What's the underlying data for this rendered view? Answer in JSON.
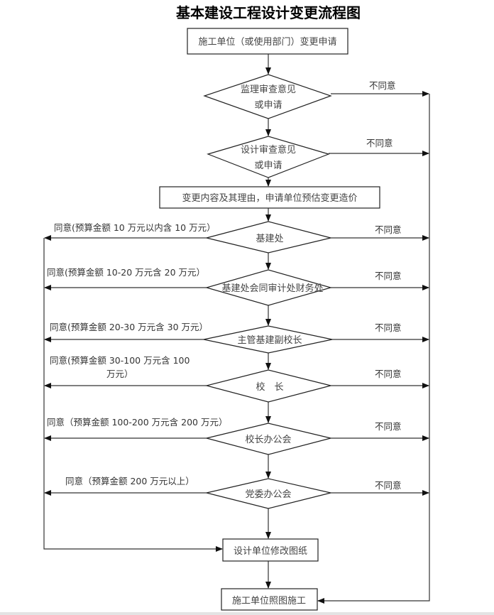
{
  "title": "基本建设工程设计变更流程图",
  "nodes": {
    "start": "施工单位（或使用部门）变更申请",
    "supervisor_review": [
      "监理审查意见",
      "或申请"
    ],
    "design_review": [
      "设计审查意见",
      "或申请"
    ],
    "change_content": "变更内容及其理由，申请单位预估变更造价",
    "infrastructure_office": "基建处",
    "joint_review": "基建处会同审计处财务处",
    "vice_president": "主管基建副校长",
    "president": "校　长",
    "president_office_meeting": "校长办公会",
    "party_committee_meeting": "党委办公会",
    "design_revision": "设计单位修改图纸",
    "construction": "施工单位照图施工"
  },
  "edges": {
    "disagree": "不同意",
    "agree_10": "同意(预算金额 10 万元以内含 10 万元）",
    "agree_10_20": "同意(预算金额 10-20 万元含 20 万元）",
    "agree_20_30": "同意(预算金额 20-30 万元含 30 万元）",
    "agree_30_100": [
      "同意(预算金额 30-100 万元含 100",
      "万元）"
    ],
    "agree_100_200": "同意（预算金额 100-200 万元含 200 万元）",
    "agree_200_plus": "同意（预算金额 200 万元以上）"
  },
  "colors": {
    "line": "#333333",
    "text": "#444444"
  }
}
